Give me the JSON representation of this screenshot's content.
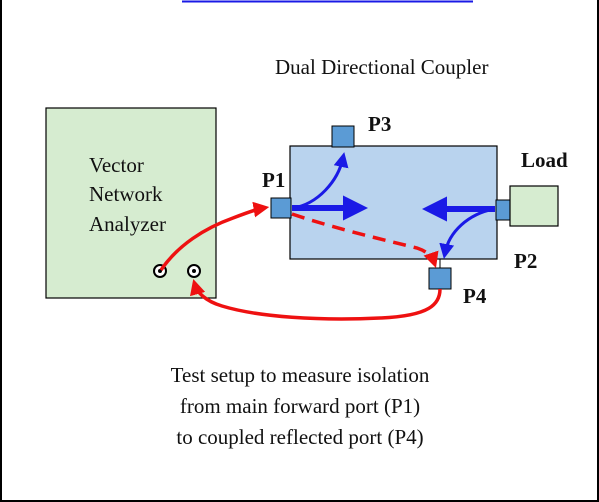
{
  "title": "Dual Directional Coupler",
  "analyzer_label": [
    "Vector",
    "Network",
    "Analyzer"
  ],
  "ports": {
    "p1": "P1",
    "p2": "P2",
    "p3": "P3",
    "p4": "P4"
  },
  "load_label": "Load",
  "caption": [
    "Test setup to measure isolation",
    "from main forward port (P1)",
    "to coupled reflected port (P4)"
  ],
  "colors": {
    "analyzer_fill": "#d6ecd0",
    "coupler_fill": "#b9d3ee",
    "port_fill": "#5b9bd5",
    "load_fill": "#d6ecd0",
    "signal_arrow": "#1a1ae6",
    "cable": "#ee1111",
    "frame": "#000000",
    "link": "#1a1ae6"
  }
}
